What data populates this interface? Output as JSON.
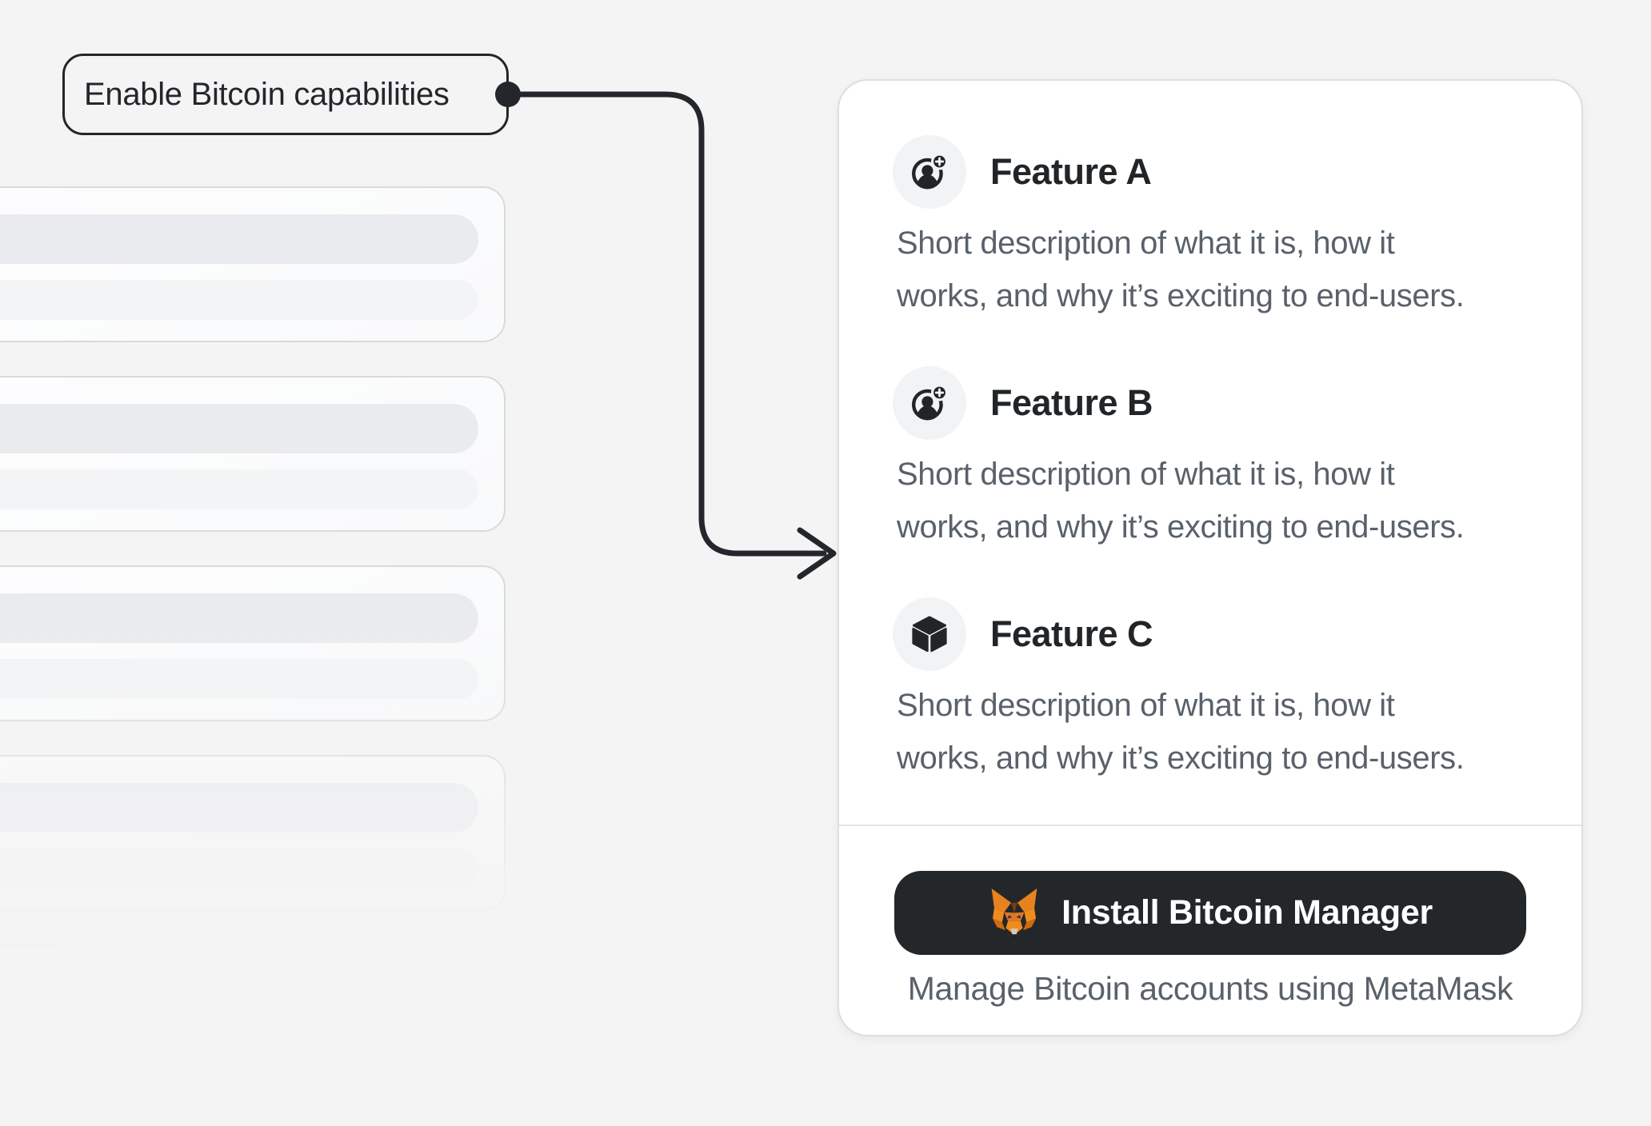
{
  "callout": {
    "label": "Enable Bitcoin capabilities"
  },
  "panel": {
    "features": [
      {
        "title": "Feature A",
        "icon": "user-add-icon",
        "description_lines": [
          "Short description of what it is, how it",
          "works, and why it’s exciting to end-users."
        ]
      },
      {
        "title": "Feature B",
        "icon": "user-add-icon",
        "description_lines": [
          "Short description of what it is, how it",
          "works, and why it’s exciting to end-users."
        ]
      },
      {
        "title": "Feature C",
        "icon": "cube-icon",
        "description_lines": [
          "Short description of what it is, how it",
          "works, and why it’s exciting to end-users."
        ]
      }
    ],
    "install_button": {
      "label": "Install Bitcoin Manager",
      "icon": "metamask-fox-icon"
    },
    "footnote": "Manage Bitcoin accounts using MetaMask"
  },
  "skeleton": {
    "card_count": 5
  },
  "colors": {
    "background": "#f4f4f4",
    "ink": "#23262b",
    "text_secondary": "#59616b",
    "panel_background": "#ffffff",
    "panel_border": "#dcdee1",
    "divider": "#e2e4e7",
    "icon_chip_background": "#f2f3f5",
    "button_background": "#24272a",
    "button_text": "#ffffff",
    "skeleton_bar_dark": "#e9ebee",
    "skeleton_bar_light": "#f3f4f6",
    "fox_orange": "#e8821e",
    "fox_brown": "#763d16",
    "fox_muzzle": "#d7c8ba"
  }
}
